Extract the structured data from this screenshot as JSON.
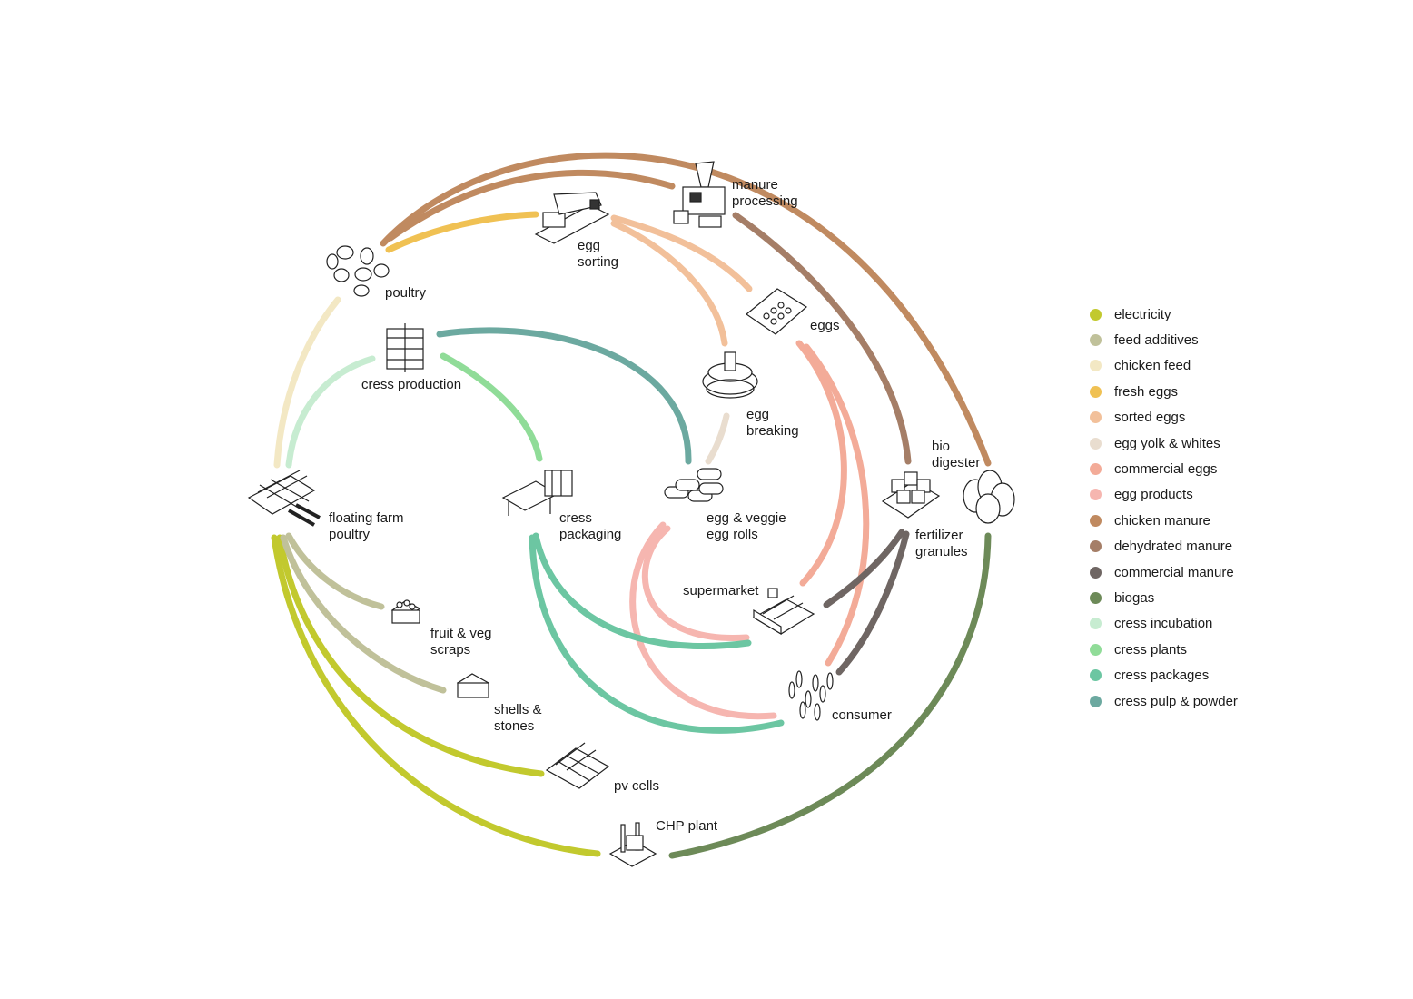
{
  "nodes": {
    "poultry": [
      "poultry"
    ],
    "egg_sorting": [
      "egg",
      "sorting"
    ],
    "manure_processing": [
      "manure",
      "processing"
    ],
    "eggs": [
      "eggs"
    ],
    "cress_production": [
      "cress production"
    ],
    "egg_breaking": [
      "egg",
      "breaking"
    ],
    "bio_digester": [
      "bio",
      "digester"
    ],
    "floating_farm": [
      "floating farm",
      "poultry"
    ],
    "cress_packaging": [
      "cress",
      "packaging"
    ],
    "egg_rolls": [
      "egg & veggie",
      "egg rolls"
    ],
    "fertilizer": [
      "fertilizer",
      "granules"
    ],
    "supermarket": [
      "supermarket"
    ],
    "fruit_veg": [
      "fruit & veg",
      "scraps"
    ],
    "shells": [
      "shells &",
      "stones"
    ],
    "consumer": [
      "consumer"
    ],
    "pv_cells": [
      "pv cells"
    ],
    "chp_plant": [
      "CHP plant"
    ]
  },
  "legend": [
    {
      "label": "electricity",
      "color": "#c2c92e"
    },
    {
      "label": "feed additives",
      "color": "#c0c19a"
    },
    {
      "label": "chicken feed",
      "color": "#f3e8c4"
    },
    {
      "label": "fresh eggs",
      "color": "#f0c153"
    },
    {
      "label": "sorted eggs",
      "color": "#f2c09a"
    },
    {
      "label": "egg yolk & whites",
      "color": "#e9ddcf"
    },
    {
      "label": "commercial eggs",
      "color": "#f3ab98"
    },
    {
      "label": "egg products",
      "color": "#f6b6b0"
    },
    {
      "label": "chicken manure",
      "color": "#c08a60"
    },
    {
      "label": "dehydrated manure",
      "color": "#a57e67"
    },
    {
      "label": "commercial manure",
      "color": "#6f6663"
    },
    {
      "label": "biogas",
      "color": "#6d8a58"
    },
    {
      "label": "cress incubation",
      "color": "#c7ecd1"
    },
    {
      "label": "cress plants",
      "color": "#90dc98"
    },
    {
      "label": "cress packages",
      "color": "#6cc6a2"
    },
    {
      "label": "cress pulp & powder",
      "color": "#6ca9a0"
    }
  ]
}
